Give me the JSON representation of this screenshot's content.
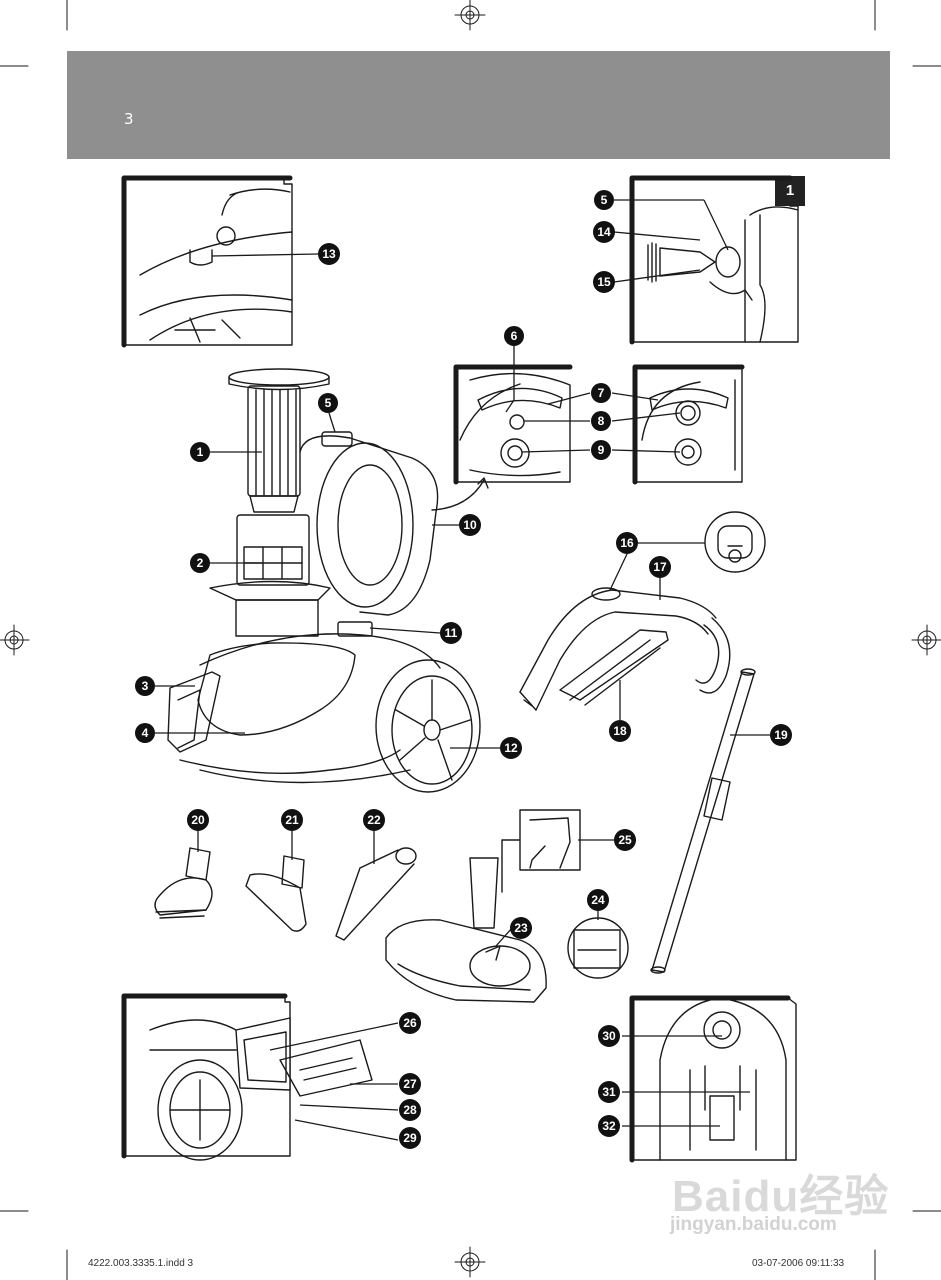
{
  "header": {
    "page_number": "3",
    "figure_tag": "1"
  },
  "callouts": [
    {
      "label": "1"
    },
    {
      "label": "2"
    },
    {
      "label": "3"
    },
    {
      "label": "4"
    },
    {
      "label": "5"
    },
    {
      "label": "5"
    },
    {
      "label": "6"
    },
    {
      "label": "7"
    },
    {
      "label": "8"
    },
    {
      "label": "9"
    },
    {
      "label": "10"
    },
    {
      "label": "11"
    },
    {
      "label": "12"
    },
    {
      "label": "13"
    },
    {
      "label": "14"
    },
    {
      "label": "15"
    },
    {
      "label": "16"
    },
    {
      "label": "17"
    },
    {
      "label": "18"
    },
    {
      "label": "19"
    },
    {
      "label": "20"
    },
    {
      "label": "21"
    },
    {
      "label": "22"
    },
    {
      "label": "23"
    },
    {
      "label": "24"
    },
    {
      "label": "25"
    },
    {
      "label": "26"
    },
    {
      "label": "27"
    },
    {
      "label": "28"
    },
    {
      "label": "29"
    },
    {
      "label": "30"
    },
    {
      "label": "31"
    },
    {
      "label": "32"
    }
  ],
  "footer": {
    "left": "4222.003.3335.1.indd   3",
    "right": "03-07-2006   09:11:33"
  },
  "watermark": {
    "main": "Baidu经验",
    "sub": "jingyan.baidu.com"
  },
  "colors": {
    "header_bar": "#8f8f8f",
    "ink": "#1a1a1a",
    "frame": "#222222",
    "watermark": "#d2d2d2"
  }
}
